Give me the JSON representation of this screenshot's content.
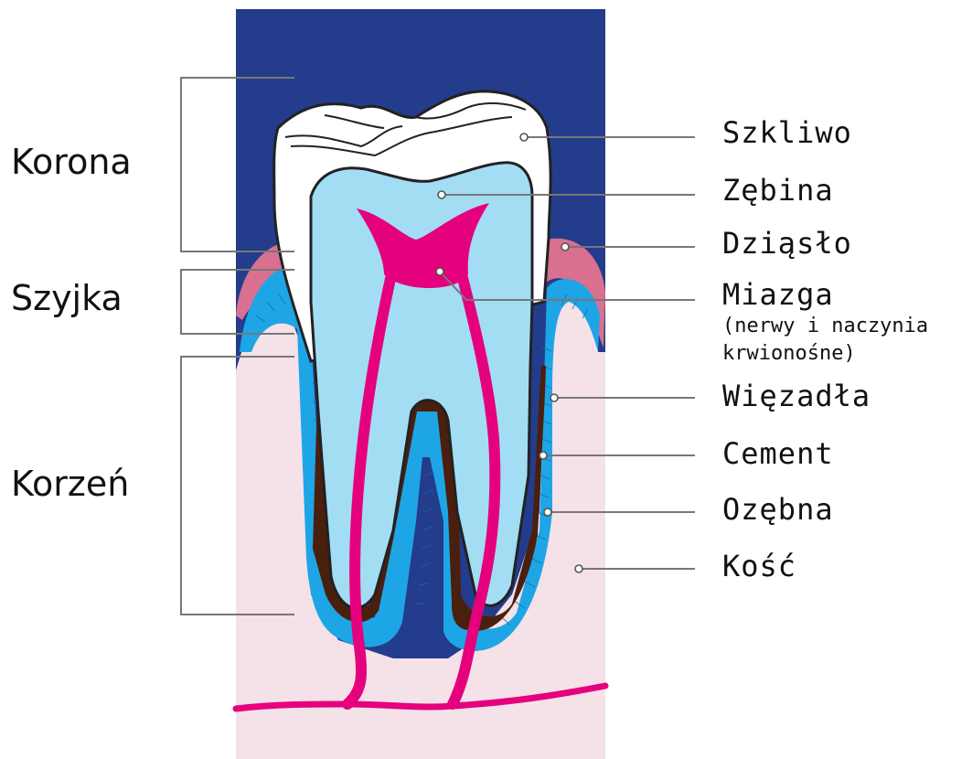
{
  "left_labels": {
    "korona": "Korona",
    "szyjka": "Szyjka",
    "korzen": "Korzeń"
  },
  "right_labels": {
    "szkliwo": "Szkliwo",
    "zebina": "Zębina",
    "dziaslo": "Dziąsło",
    "miazga": "Miazga",
    "miazga_note_line1": "(nerwy i naczynia",
    "miazga_note_line2": "krwionośne)",
    "wiezadla": "Więzadła",
    "cement": "Cement",
    "ozebna": "Ozębna",
    "kosc": "Kość"
  },
  "colors": {
    "background_panel": "#233C8C",
    "enamel": "#FFFFFF",
    "dentin": "#A3DDF4",
    "pulp": "#E5007E",
    "gum": "#D9708F",
    "ligament": "#1EA5E6",
    "cement": "#4A1F0D",
    "bone": "#F5E1E8",
    "leader_line": "#777777",
    "text": "#111111"
  }
}
